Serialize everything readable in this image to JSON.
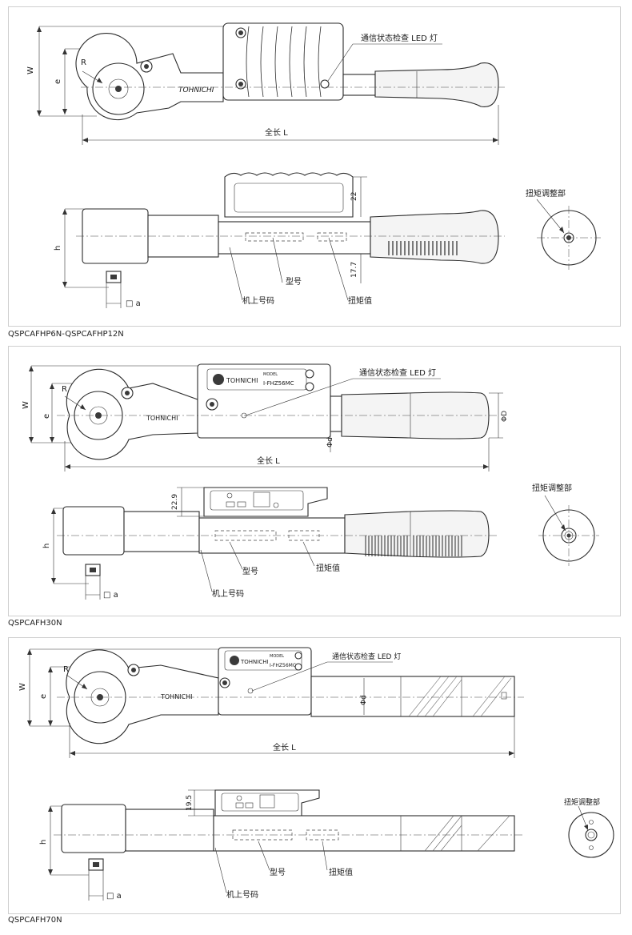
{
  "panel1": {
    "caption": "QSPCAFHP6N-QSPCAFHP12N",
    "top_view": {
      "led_label": "通信状态检查 LED 灯",
      "dim_w": "W",
      "dim_e": "e",
      "dim_r": "R",
      "dim_length": "全长 L",
      "brand": "TOHNICHI"
    },
    "side_view": {
      "dim_h": "h",
      "dim_22": "22",
      "dim_17_7": "17.7",
      "dim_a": "□ a",
      "model_label": "型号",
      "torque_label": "扭矩值",
      "machine_no_label": "机上号码"
    },
    "end_view": {
      "adjust_label": "扭矩调整部"
    }
  },
  "panel2": {
    "caption": "QSPCAFH30N",
    "top_view": {
      "led_label": "通信状态检查 LED 灯",
      "dim_w": "W",
      "dim_e": "e",
      "dim_r": "R",
      "dim_phid": "Φd",
      "dim_phiD": "ΦD",
      "dim_length": "全长 L",
      "brand": "TOHNICHI",
      "display_model_caption": "MODEL",
      "display_model": "I-FHZ56MC"
    },
    "side_view": {
      "dim_h": "h",
      "dim_22_9": "22.9",
      "dim_a": "□ a",
      "model_label": "型号",
      "torque_label": "扭矩值",
      "machine_no_label": "机上号码"
    },
    "end_view": {
      "adjust_label": "扭矩调整部"
    }
  },
  "panel3": {
    "caption": "QSPCAFH70N",
    "top_view": {
      "led_label": "通信状态检查 LED 灯",
      "dim_w": "W",
      "dim_e": "e",
      "dim_r": "R",
      "dim_phid": "Φd",
      "dim_length": "全长 L",
      "brand": "TOHNICHI",
      "display_model_caption": "MODEL",
      "display_model": "I-FHZ56MC"
    },
    "side_view": {
      "dim_h": "h",
      "dim_19_5": "19.5",
      "dim_a": "□ a",
      "model_label": "型号",
      "torque_label": "扭矩值",
      "machine_no_label": "机上号码"
    },
    "end_view": {
      "adjust_label": "扭矩调整部"
    }
  }
}
